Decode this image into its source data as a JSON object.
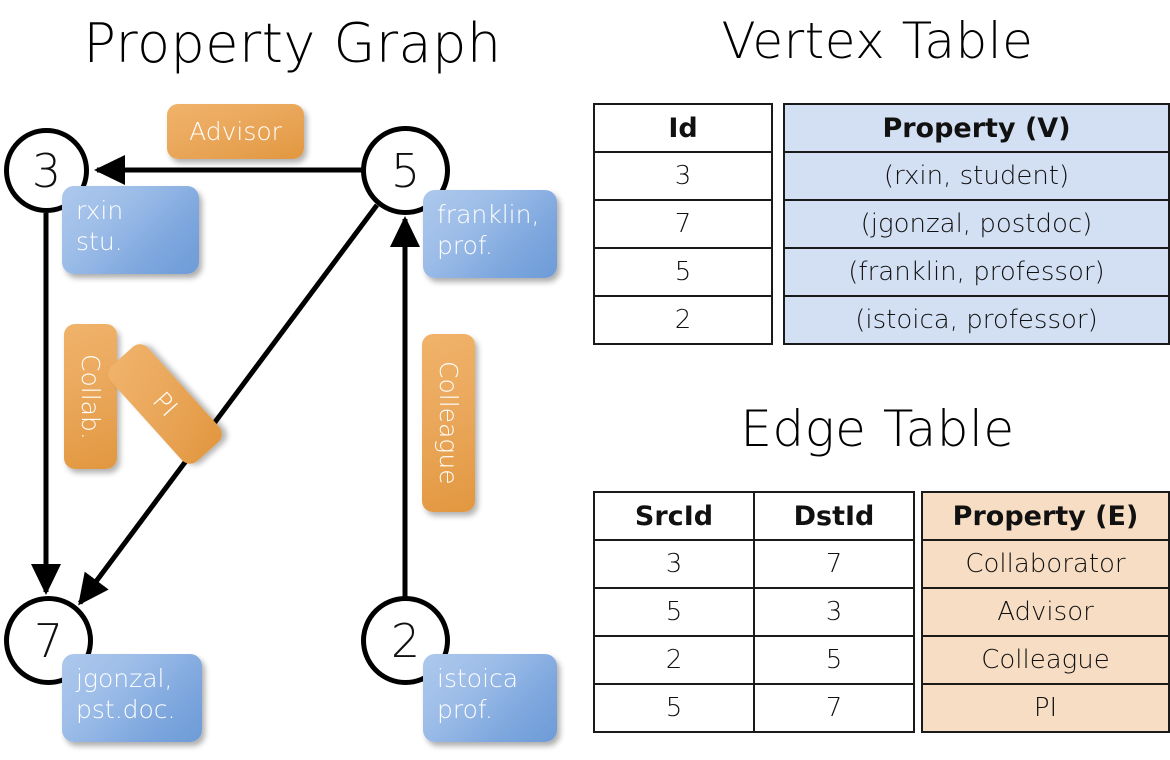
{
  "titles": {
    "property_graph": "Property Graph",
    "vertex_table": "Vertex Table",
    "edge_table": "Edge Table"
  },
  "graph": {
    "nodes": [
      {
        "id": "3",
        "property_line1": "rxin",
        "property_line2": "stu."
      },
      {
        "id": "5",
        "property_line1": "franklin,",
        "property_line2": "prof."
      },
      {
        "id": "7",
        "property_line1": "jgonzal,",
        "property_line2": "pst.doc."
      },
      {
        "id": "2",
        "property_line1": "istoica",
        "property_line2": "prof."
      }
    ],
    "edge_labels": [
      {
        "name": "advisor",
        "text": "Advisor"
      },
      {
        "name": "collab",
        "text": "Collab."
      },
      {
        "name": "pi",
        "text": "PI"
      },
      {
        "name": "colleague",
        "text": "Colleague"
      }
    ],
    "edges": [
      {
        "from": "5",
        "to": "3",
        "label": "Advisor"
      },
      {
        "from": "3",
        "to": "7",
        "label": "Collab."
      },
      {
        "from": "5",
        "to": "7",
        "label": "PI"
      },
      {
        "from": "2",
        "to": "5",
        "label": "Colleague"
      }
    ]
  },
  "vertex_table": {
    "headers": [
      "Id",
      "Property (V)"
    ],
    "rows": [
      {
        "id": "3",
        "property": "(rxin, student)"
      },
      {
        "id": "7",
        "property": "(jgonzal, postdoc)"
      },
      {
        "id": "5",
        "property": "(franklin, professor)"
      },
      {
        "id": "2",
        "property": "(istoica, professor)"
      }
    ]
  },
  "edge_table": {
    "headers": [
      "SrcId",
      "DstId",
      "Property (E)"
    ],
    "rows": [
      {
        "src": "3",
        "dst": "7",
        "property": "Collaborator"
      },
      {
        "src": "5",
        "dst": "3",
        "property": "Advisor"
      },
      {
        "src": "2",
        "dst": "5",
        "property": "Colleague"
      },
      {
        "src": "5",
        "dst": "7",
        "property": "PI"
      }
    ]
  },
  "colors": {
    "vertex_fill": "#d3dff2",
    "edge_fill": "#f6ddc3",
    "node_box": "#7ba5dd",
    "edge_label_box": "#eaa85c",
    "stroke": "#000000"
  }
}
